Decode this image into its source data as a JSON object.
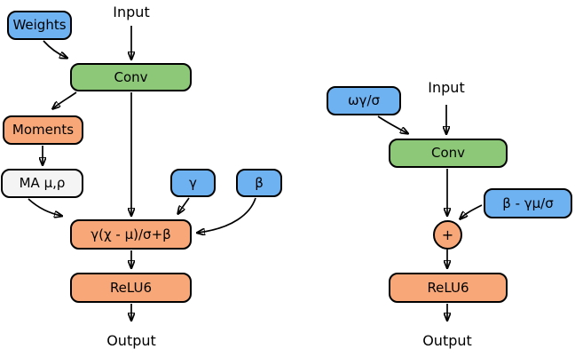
{
  "colors": {
    "blue": "#6FB2F2",
    "green": "#8DC878",
    "orange": "#F8A878",
    "light": "#F4F4F4",
    "stroke": "#000000",
    "bg": "#FFFFFF"
  },
  "left": {
    "input": "Input",
    "weights": "Weights",
    "conv": "Conv",
    "moments": "Moments",
    "moving_average": "MA μ,ρ",
    "gamma": "γ",
    "beta": "β",
    "batchnorm": "γ(χ - μ)/σ+β",
    "relu": "ReLU6",
    "output": "Output"
  },
  "right": {
    "input": "Input",
    "folded_weights": "ωγ/σ",
    "conv": "Conv",
    "folded_bias": "β - γμ/σ",
    "add": "+",
    "relu": "ReLU6",
    "output": "Output"
  }
}
